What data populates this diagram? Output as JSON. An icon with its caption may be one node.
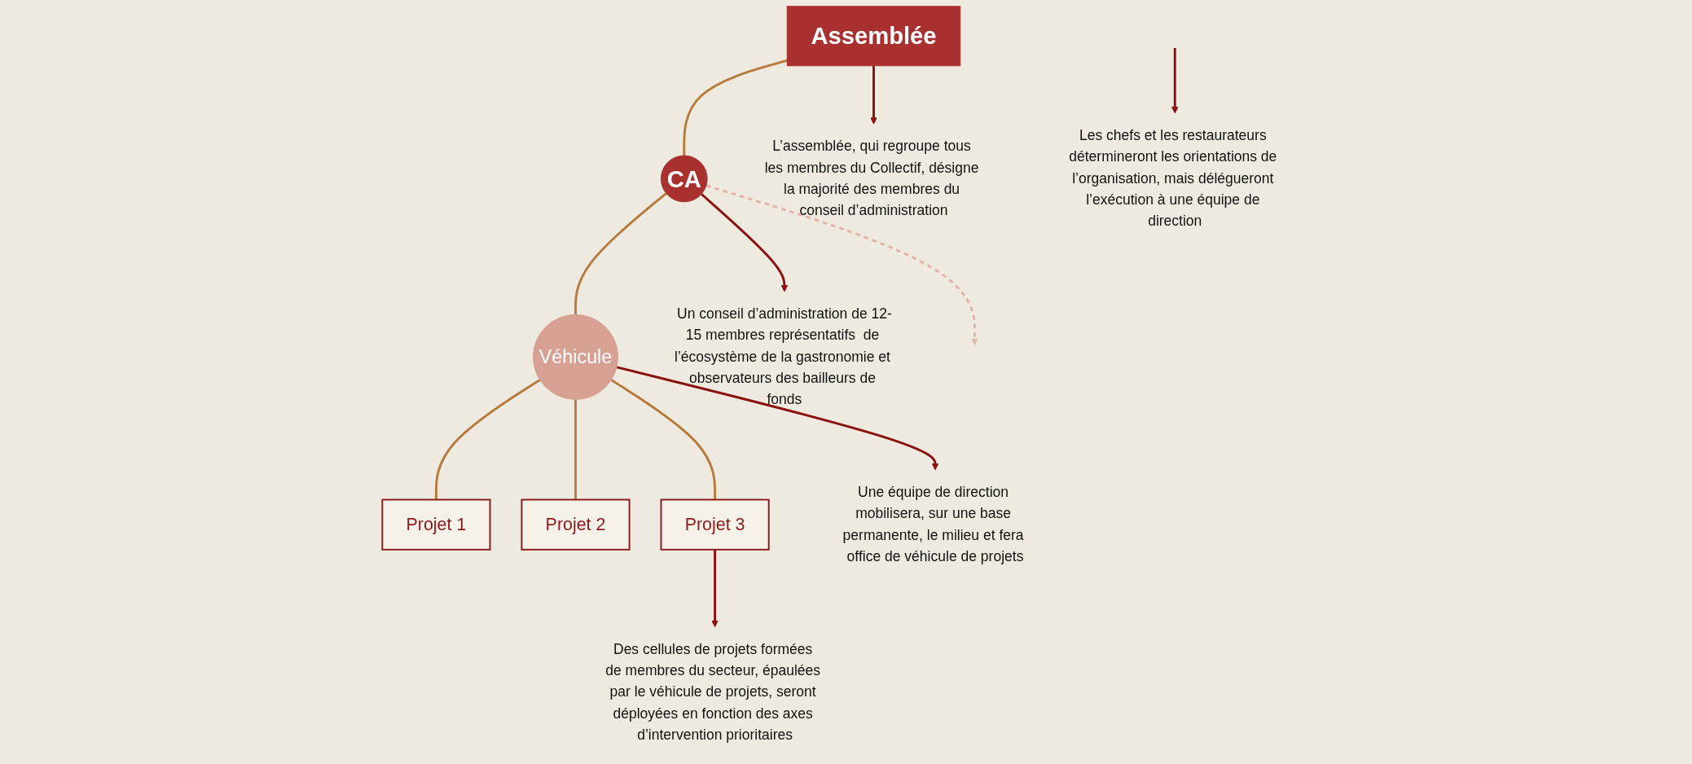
{
  "diagram": {
    "nodes": [
      {
        "text": [
          "Assemblée"
        ]
      },
      {
        "text": [
          "CA"
        ]
      },
      {
        "text": [
          "Véhicule"
        ]
      },
      {
        "text": [
          "Projet 1"
        ]
      },
      {
        "text": [
          "Projet 2"
        ]
      },
      {
        "text": [
          "Projet 3"
        ]
      },
      {
        "text": [
          "L’assemblée, qui regroupe tous les membres du Collectif, désigne la majorité des membres du conseil d’administration"
        ]
      },
      {
        "text": [
          "Un conseil d’administration de 12-15 membres représentatifs  de l’écosystème de la gastronomie et observateurs des bailleurs de fonds"
        ]
      },
      {
        "text": [
          "Les chefs et les restaurateurs détermineront les orientations de l’organisation, mais délégueront l’exécution à une équipe de direction"
        ]
      },
      {
        "text": [
          "Une équipe de direction mobilisera, sur une base permanente, le milieu et fera office de véhicule de projets"
        ]
      },
      {
        "text": [
          "Des cellules de projets formées de membres du secteur, épaulées par le véhicule de projets, seront déployées en fonction des axes d’intervention prioritaires"
        ]
      }
    ],
    "edges": [
      {
        "from": 0,
        "to": 1,
        "arrow": "none",
        "color": "#b57a3c"
      },
      {
        "from": 1,
        "to": 2,
        "arrow": "none",
        "color": "#b57a3c"
      },
      {
        "from": 2,
        "to": 3,
        "arrow": "none",
        "color": "#b57a3c"
      },
      {
        "from": 2,
        "to": 4,
        "arrow": "none",
        "color": "#b57a3c"
      },
      {
        "from": 2,
        "to": 5,
        "arrow": "none",
        "color": "#b57a3c"
      },
      {
        "from": 0,
        "to": 6,
        "arrow": "to",
        "color": "#8b1010"
      },
      {
        "from": 1,
        "to": 7,
        "arrow": "to",
        "color": "#8b1010"
      },
      {
        "from": null,
        "to": 8,
        "arrow": "to",
        "color": "#8b1010"
      },
      {
        "from": 2,
        "to": 9,
        "arrow": "to",
        "color": "#8b1010"
      },
      {
        "from": 1,
        "to": null,
        "arrow": "to",
        "style": "dashed",
        "color": "#e2b4a8"
      },
      {
        "from": 5,
        "to": 10,
        "arrow": "to",
        "color": "#8b1010"
      }
    ]
  }
}
